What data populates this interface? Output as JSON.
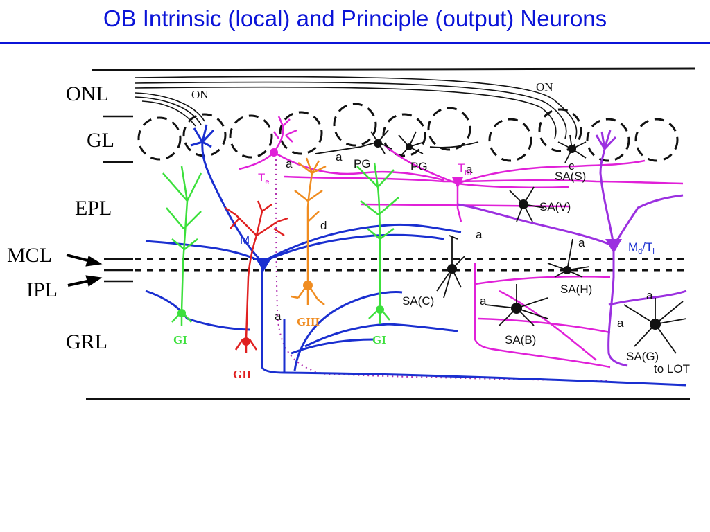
{
  "title": "OB Intrinsic (local) and Principle (output) Neurons",
  "layers": {
    "onl": "ONL",
    "gl": "GL",
    "epl": "EPL",
    "mcl": "MCL",
    "ipl": "IPL",
    "grl": "GRL"
  },
  "labels": {
    "on_left": "ON",
    "on_right": "ON",
    "pg_1": "PG",
    "pg_2": "PG",
    "sa_s": "SA(S)",
    "sa_v": "SA(V)",
    "sa_c": "SA(C)",
    "sa_h": "SA(H)",
    "sa_b": "SA(B)",
    "sa_g": "SA(G)",
    "to_lot": "to LOT",
    "m": "M",
    "md": "M",
    "md_sub": "d",
    "ti": "T",
    "ti_sub": "i",
    "slash": "/",
    "te": "T",
    "te_sub": "e",
    "tm": "T",
    "tm_sub": "m",
    "d": "d",
    "c": "c",
    "a_1": "a",
    "a_2": "a",
    "a_3": "a",
    "a_4": "a",
    "a_5": "a",
    "a_6": "a",
    "a_7": "a",
    "a_8": "a",
    "a_9": "a",
    "gi_left": "GI",
    "gi_right": "GI",
    "gii": "GII",
    "giii": "GIII"
  },
  "colors": {
    "title": "#0b14d8",
    "mitral_blue": "#1a2fd0",
    "tufted_magenta": "#e020d8",
    "purple": "#9b30e0",
    "granule_green": "#3ce03c",
    "gii_red": "#e02020",
    "giii_orange": "#f08c20",
    "sa_black": "#111111"
  }
}
